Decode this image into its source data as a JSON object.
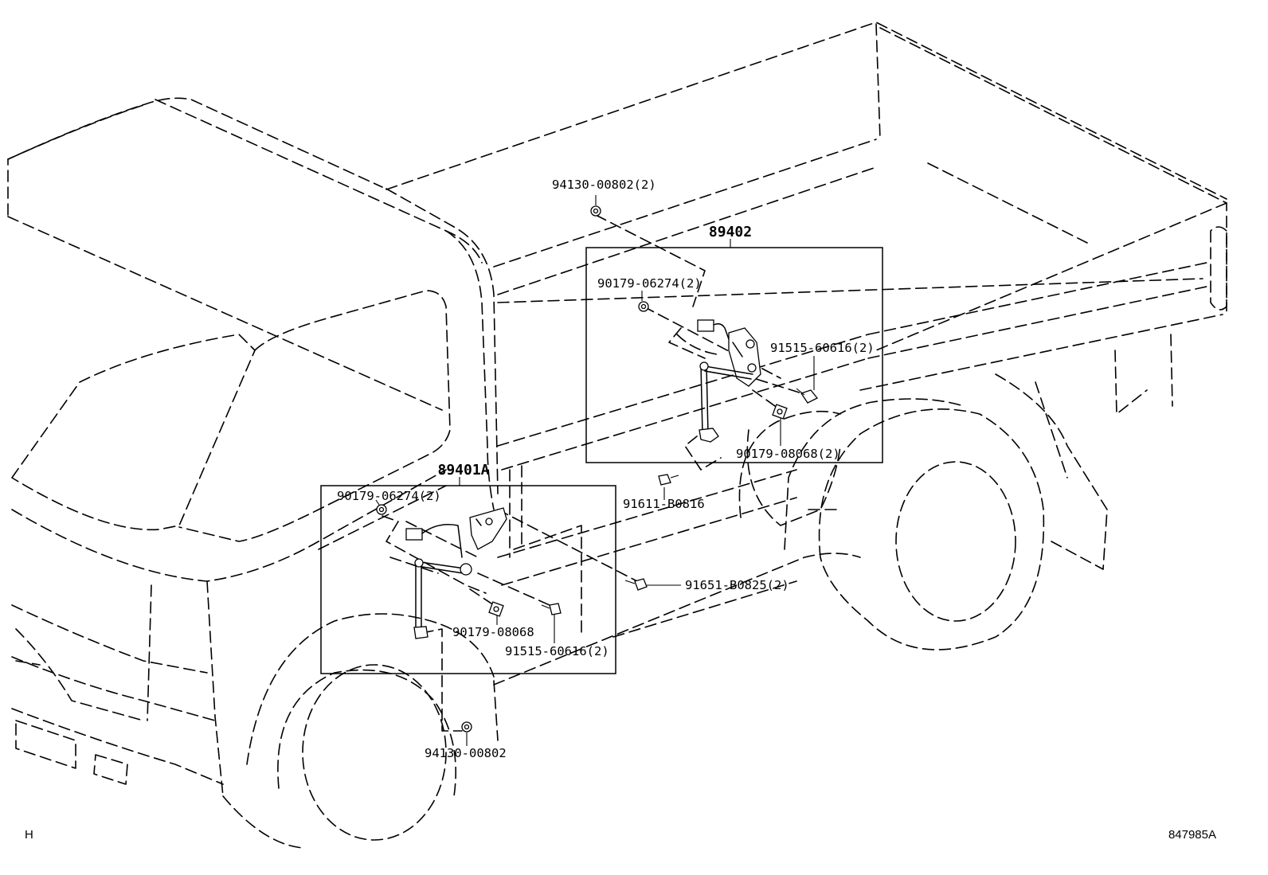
{
  "assemblies": {
    "rear": {
      "number": "89402"
    },
    "front": {
      "number": "89401A"
    }
  },
  "callouts": {
    "rear_nut_top": "94130-00802(2)",
    "rear_clip": "90179-06274(2)",
    "rear_bolt": "91515-60616(2)",
    "rear_nut": "90179-08068(2)",
    "mid_bolt": "91611-B0816",
    "mid_bolt_long": "91651-B0825(2)",
    "front_clip": "90179-06274(2)",
    "front_nut": "90179-08068",
    "front_bolt": "91515-60616(2)",
    "front_nut_bottom": "94130-00802"
  },
  "corner_left": "H",
  "diagram_id": "847985A",
  "icons": {
    "vehicle": "truck-outline-icon",
    "sensor": "height-control-sensor-icon",
    "nut": "nut-icon",
    "bolt": "bolt-icon",
    "clip": "clip-icon"
  }
}
